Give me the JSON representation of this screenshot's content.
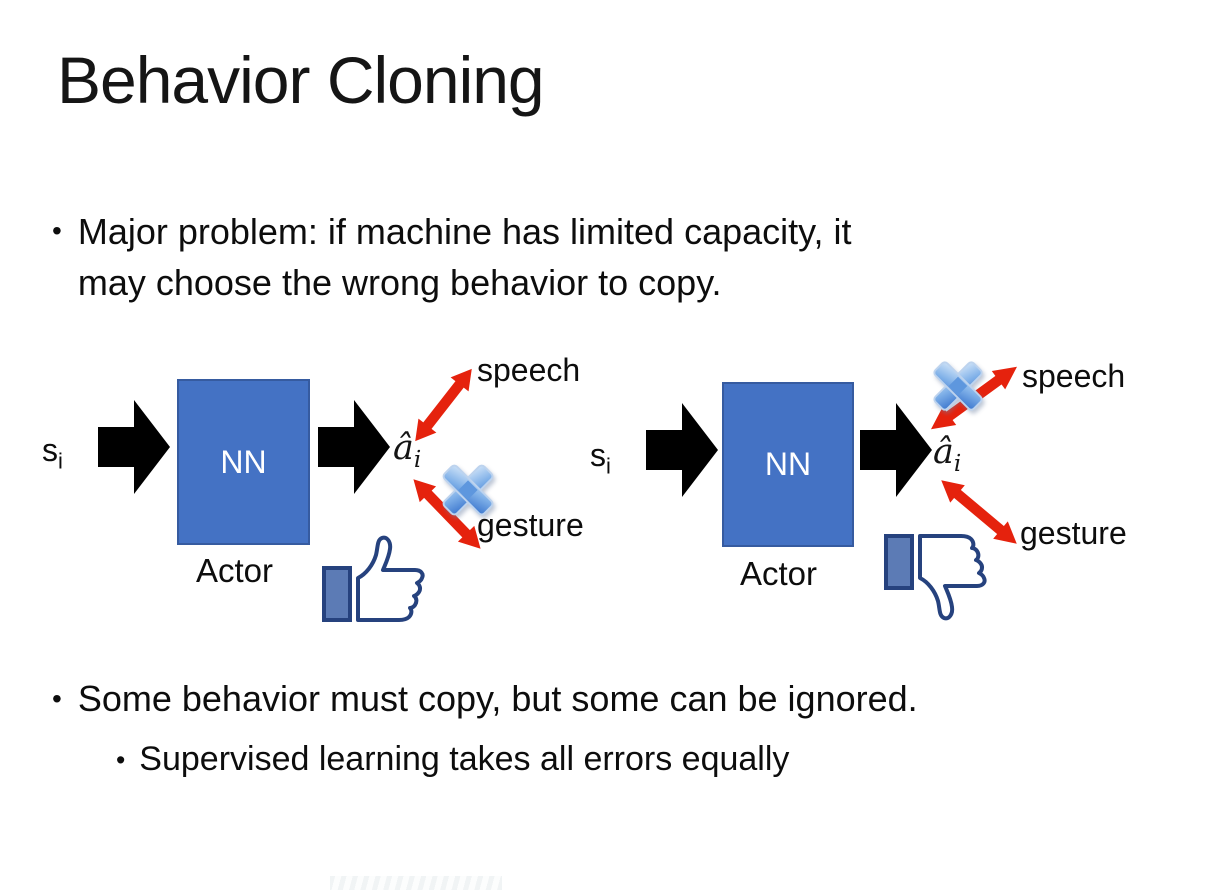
{
  "slide_title": "Behavior Cloning",
  "bullet_char": "•",
  "bullets": [
    {
      "lines": [
        "Major problem: if machine has limited capacity, it",
        "may choose the wrong behavior to copy."
      ]
    },
    {
      "lines": [
        "Some behavior must copy, but some can be ignored."
      ]
    },
    {
      "lines": [
        "Supervised learning takes all errors equally"
      ]
    }
  ],
  "diagrams": {
    "left": {
      "input": "s",
      "input_sub": "i",
      "box_label": "NN",
      "output": "â",
      "output_sub": "i",
      "actor_label": "Actor",
      "speech_label": "speech",
      "gesture_label": "gesture",
      "crossed_out": "gesture",
      "feedback_icon": "thumbs-up"
    },
    "right": {
      "input": "s",
      "input_sub": "i",
      "box_label": "NN",
      "output": "â",
      "output_sub": "i",
      "actor_label": "Actor",
      "speech_label": "speech",
      "gesture_label": "gesture",
      "crossed_out": "speech",
      "feedback_icon": "thumbs-down"
    }
  },
  "colors": {
    "nn_box_fill": "#4472C4",
    "nn_box_border": "#365BA0",
    "red_arrow": "#E5220D",
    "black_arrow": "#000000",
    "cross_light": "#CFE3F8",
    "cross_mid": "#7FB0E8",
    "cross_dark": "#3B76CE",
    "thumb_outline": "#26427E",
    "thumb_cuff": "#5C7BB5"
  }
}
